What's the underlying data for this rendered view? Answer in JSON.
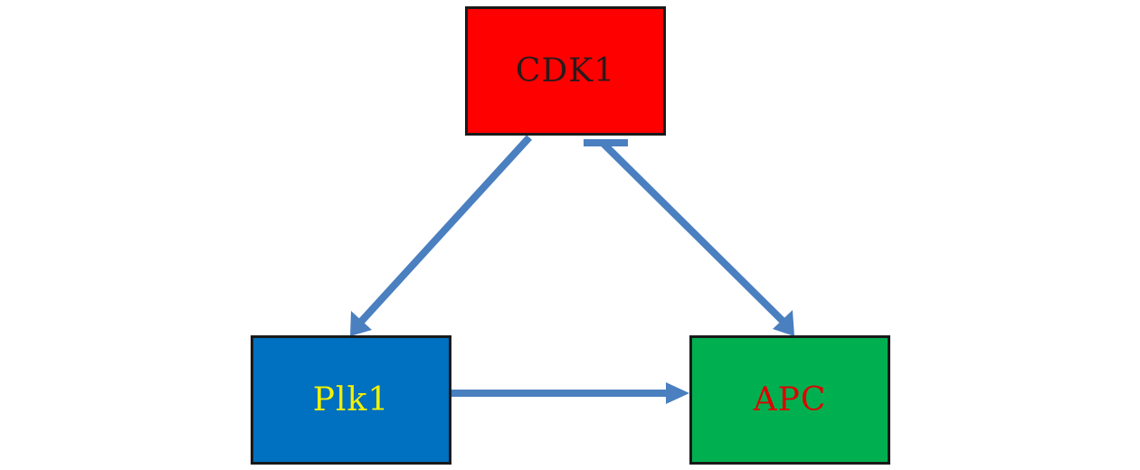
{
  "diagram": {
    "nodes": [
      {
        "id": "cdk1",
        "label": "CDK1",
        "fill": "#ff0000",
        "text_color": "#2a1a1a"
      },
      {
        "id": "plk1",
        "label": "Plk1",
        "fill": "#0070c0",
        "text_color": "#f2f200"
      },
      {
        "id": "apc",
        "label": "APC",
        "fill": "#00b050",
        "text_color": "#e00000"
      }
    ],
    "edges": [
      {
        "from": "cdk1",
        "to": "plk1",
        "type": "activation"
      },
      {
        "from": "apc",
        "to": "cdk1",
        "type": "inhibition"
      },
      {
        "from": "cdk1",
        "to": "apc",
        "type": "activation"
      },
      {
        "from": "plk1",
        "to": "apc",
        "type": "activation"
      }
    ],
    "edge_color": "#4a7fc0",
    "border_color": "#1a1a1a"
  }
}
